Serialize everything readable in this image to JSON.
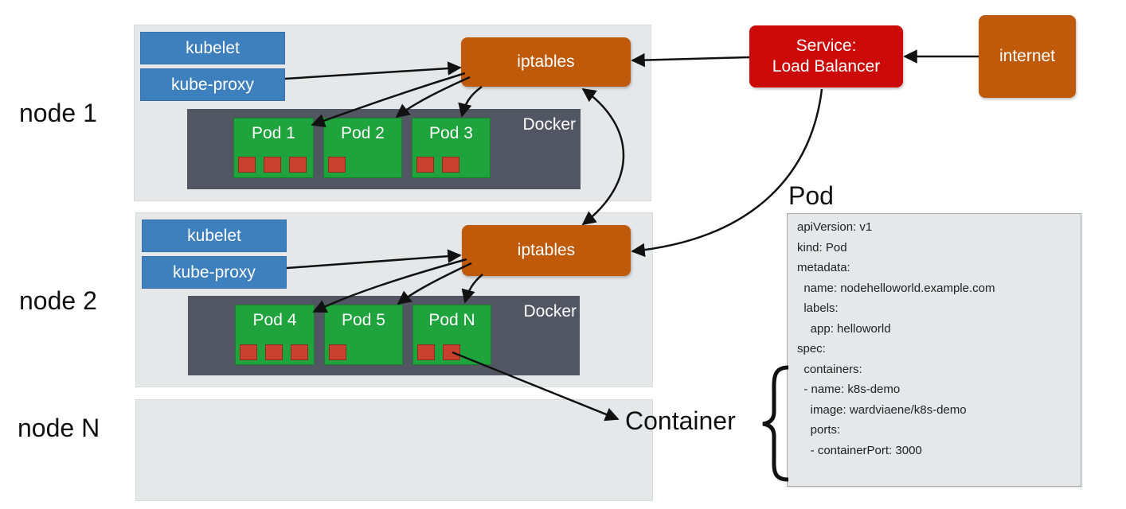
{
  "nodes": [
    {
      "label": "node 1"
    },
    {
      "label": "node 2"
    },
    {
      "label": "node N"
    }
  ],
  "node1": {
    "kubelet": "kubelet",
    "kube_proxy": "kube-proxy",
    "iptables": "iptables",
    "docker": "Docker",
    "pods": [
      "Pod 1",
      "Pod 2",
      "Pod 3"
    ]
  },
  "node2": {
    "kubelet": "kubelet",
    "kube_proxy": "kube-proxy",
    "iptables": "iptables",
    "docker": "Docker",
    "pods": [
      "Pod 4",
      "Pod 5",
      "Pod N"
    ]
  },
  "service": {
    "line1": "Service:",
    "line2": "Load Balancer"
  },
  "internet": "internet",
  "pod_spec": {
    "title": "Pod",
    "lines": [
      "apiVersion: v1",
      "kind: Pod",
      "metadata:",
      "  name: nodehelloworld.example.com",
      "  labels:",
      "    app: helloworld",
      "spec:",
      "  containers:",
      "  - name: k8s-demo",
      "    image: wardviaene/k8s-demo",
      "    ports:",
      "    - containerPort: 3000"
    ]
  },
  "container_label": "Container",
  "colors": {
    "node_panel": "#e6e7e8",
    "blue": "#3e7fbd",
    "orange": "#bf5a0a",
    "red": "#cc0a0a",
    "docker": "#525662",
    "pod": "#1ea33d",
    "container": "#c8412f"
  }
}
